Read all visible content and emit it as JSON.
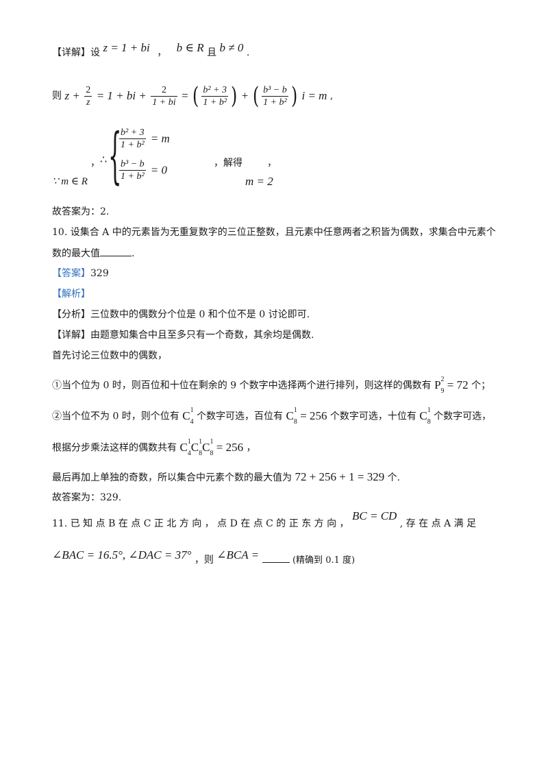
{
  "detail1": {
    "tag": "【详解】",
    "set_word": "设",
    "z_expr": "z = 1 + bi",
    "b_cond1": "b ∈ R",
    "and_word": "且",
    "b_cond2": "b ≠ 0",
    "period": "."
  },
  "equation1": {
    "then": "则",
    "lhs_start": "z +",
    "frac1_num": "2",
    "frac1_den": "z",
    "mid": "= 1 + bi +",
    "frac2_num": "2",
    "frac2_den": "1 + bi",
    "eq": "=",
    "frac3_num": "b² + 3",
    "frac3_den": "1 + b²",
    "plus": "+",
    "frac4_num": "b³ − b",
    "frac4_den": "1 + b²",
    "tail": "i = m",
    "comma": ","
  },
  "system": {
    "because": "∵ m ∈ R",
    "comma1": "，",
    "therefore": "∴",
    "row1_num": "b² + 3",
    "row1_den": "1 + b²",
    "row1_rhs": "= m",
    "row2_num": "b³ − b",
    "row2_den": "1 + b²",
    "row2_rhs": "= 0",
    "solve_word": "，解得",
    "result": "m = 2",
    "comma2": "，"
  },
  "answer1": "故答案为：2.",
  "q10": {
    "line1": "10. 设集合 A 中的元素皆为无重复数字的三位正整数，且元素中任意两者之积皆为偶数，求集合中元素个",
    "line2_pre": "数的最大值",
    "line2_post": "."
  },
  "answer_label": "【答案】",
  "answer_value": "329",
  "analysis_label": "【解析】",
  "fenxi": "【分析】三位数中的偶数分个位是 0 和个位不是 0 讨论即可.",
  "xiangjie": "【详解】由题意知集合中且至多只有一个奇数，其余均是偶数.",
  "first": "首先讨论三位数中的偶数，",
  "case1": {
    "text": "①当个位为 0 时，则百位和十位在剩余的 9 个数字中选择两个进行排列，则这样的偶数有",
    "formula": "P = 72",
    "unit": "个；"
  },
  "case2": {
    "p1": "②当个位不为 0 时，则个位有",
    "c1": "C",
    "p2": "个数字可选，百位有",
    "c2": "C = 256",
    "p3": "个数字可选，十位有",
    "c3": "C",
    "p4": "个数字可选，"
  },
  "multiply": {
    "text": "根据分步乘法这样的偶数共有",
    "formula": "CCC = 256",
    "comma": "，"
  },
  "final": {
    "text": "最后再加上单独的奇数，所以集合中元素个数的最大值为",
    "formula": "72 + 256 + 1 = 329",
    "unit": "个."
  },
  "answer2": "故答案为：329.",
  "q11": {
    "text1": "11.  已 知 点 B 在 点 C 正 北 方 向 ， 点 D 在 点 C 的 正 东 方 向 ，",
    "bc": "BC = CD",
    "text2": ", 存 在 点 A 满 足",
    "angles": "∠BAC = 16.5°, ∠DAC = 37°",
    "then": "，则",
    "bca": "∠BCA =",
    "precision": "(精确到 0.1 度)"
  }
}
